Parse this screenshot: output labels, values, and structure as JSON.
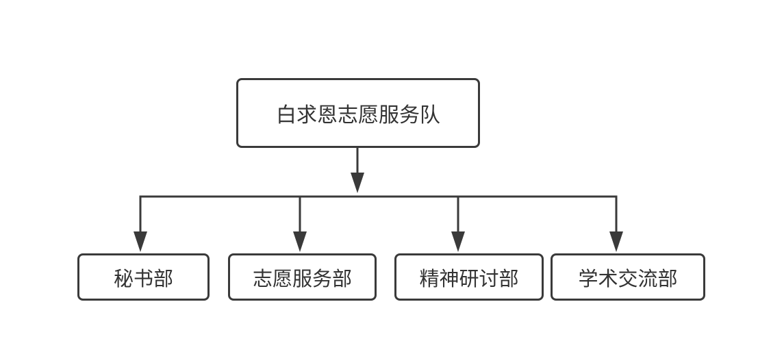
{
  "diagram": {
    "root": {
      "label": "白求恩志愿服务队"
    },
    "children": [
      {
        "label": "秘书部"
      },
      {
        "label": "志愿服务部"
      },
      {
        "label": "精神研讨部"
      },
      {
        "label": "学术交流部"
      }
    ],
    "colors": {
      "stroke": "#3a3a3a",
      "text": "#333333",
      "background": "#ffffff"
    }
  }
}
